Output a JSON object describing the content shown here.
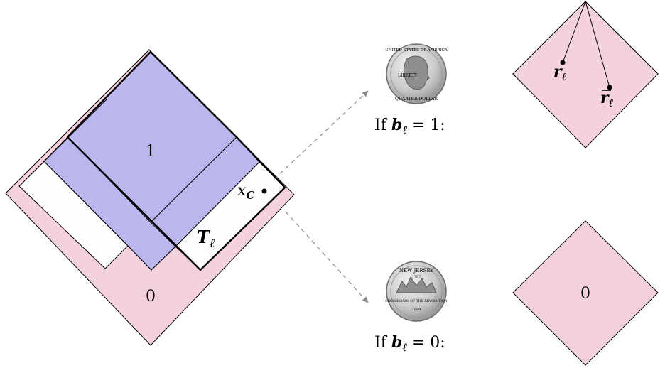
{
  "left_diagram": {
    "region_one_label": "1",
    "region_zero_label": "0",
    "tile_label_main": "T",
    "tile_label_sub": "ℓ",
    "point_label_main": "x",
    "point_label_sub": "C"
  },
  "outcomes": {
    "heads": {
      "caption_prefix": "If ",
      "caption_var": "b",
      "caption_sub": "ℓ",
      "caption_value": " = 1:",
      "coin_rim_text": "UNITED STATES OF AMERICA",
      "coin_motto": "LIBERTY",
      "coin_bottom": "QUARTER DOLLAR",
      "point_r_main": "r",
      "point_r_sub": "ℓ",
      "point_rbar_main": "r",
      "point_rbar_sub": "ℓ"
    },
    "tails": {
      "caption_prefix": "If ",
      "caption_var": "b",
      "caption_sub": "ℓ",
      "caption_value": " = 0:",
      "coin_rim_text": "NEW JERSEY",
      "coin_year": "1787",
      "coin_bottom": "CROSSROADS OF THE REVOLUTION",
      "coin_date": "1999",
      "diamond_label": "0"
    }
  },
  "colors": {
    "pink": "#f4d2dd",
    "purple": "#bcb6ef",
    "white_region": "#ffffff",
    "stroke": "#000000",
    "arrow": "#8a8a8a",
    "coin_silver": "#c9c9c9"
  }
}
